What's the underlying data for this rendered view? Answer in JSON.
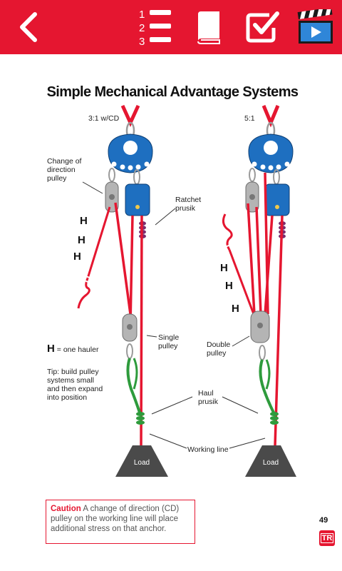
{
  "toolbar": {
    "back_icon": "chevron-left-icon",
    "steps_icon": "numbered-list-icon",
    "steps_numbers": [
      "1",
      "2",
      "3"
    ],
    "book_icon": "book-icon",
    "checklist_icon": "checkbox-check-icon",
    "video_icon": "clapperboard-video-icon",
    "color": "#e51630"
  },
  "page": {
    "title": "Simple Mechanical Advantage Systems",
    "page_number": "49",
    "badge": "TR"
  },
  "diagram": {
    "left_ratio": "3:1 w/CD",
    "right_ratio": "5:1",
    "labels": {
      "change_of_direction": "Change of\ndirection\npulley",
      "ratchet_prusik": "Ratchet\nprusik",
      "single_pulley": "Single\npulley",
      "double_pulley": "Double\npulley",
      "haul_prusik": "Haul\nprusik",
      "working_line": "Working line",
      "load_left": "Load",
      "load_right": "Load"
    },
    "hauler_mark": "H",
    "hauler_legend": "= one hauler",
    "tip": "Tip: build pulley\nsystems small\nand then expand\ninto position",
    "rope_color": "#e51630",
    "hardware_color": "#1e6fc0"
  },
  "caution": {
    "label": "Caution",
    "text": " A change of direction (CD) pulley on the working line will place additional stress on that anchor."
  }
}
